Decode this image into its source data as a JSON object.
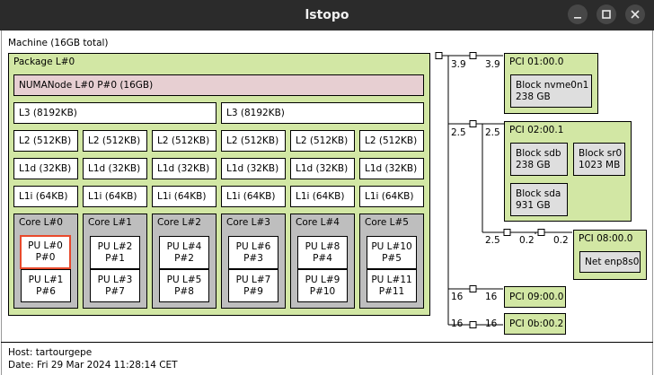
{
  "window": {
    "title": "lstopo",
    "controls": {
      "minimize": "—",
      "maximize": "☐",
      "close": "✕"
    }
  },
  "machine": {
    "label": "Machine (16GB total)"
  },
  "package": {
    "label": "Package L#0"
  },
  "numa": {
    "label": "NUMANode L#0 P#0 (16GB)"
  },
  "l3": [
    "L3 (8192KB)",
    "L3 (8192KB)"
  ],
  "l2": [
    "L2 (512KB)",
    "L2 (512KB)",
    "L2 (512KB)",
    "L2 (512KB)",
    "L2 (512KB)",
    "L2 (512KB)"
  ],
  "l1d": [
    "L1d (32KB)",
    "L1d (32KB)",
    "L1d (32KB)",
    "L1d (32KB)",
    "L1d (32KB)",
    "L1d (32KB)"
  ],
  "l1i": [
    "L1i (64KB)",
    "L1i (64KB)",
    "L1i (64KB)",
    "L1i (64KB)",
    "L1i (64KB)",
    "L1i (64KB)"
  ],
  "cores": [
    {
      "label": "Core L#0",
      "pu": [
        {
          "l1": "PU L#0",
          "l2": "P#0"
        },
        {
          "l1": "PU L#1",
          "l2": "P#6"
        }
      ]
    },
    {
      "label": "Core L#1",
      "pu": [
        {
          "l1": "PU L#2",
          "l2": "P#1"
        },
        {
          "l1": "PU L#3",
          "l2": "P#7"
        }
      ]
    },
    {
      "label": "Core L#2",
      "pu": [
        {
          "l1": "PU L#4",
          "l2": "P#2"
        },
        {
          "l1": "PU L#5",
          "l2": "P#8"
        }
      ]
    },
    {
      "label": "Core L#3",
      "pu": [
        {
          "l1": "PU L#6",
          "l2": "P#3"
        },
        {
          "l1": "PU L#7",
          "l2": "P#9"
        }
      ]
    },
    {
      "label": "Core L#4",
      "pu": [
        {
          "l1": "PU L#8",
          "l2": "P#4"
        },
        {
          "l1": "PU L#9",
          "l2": "P#10"
        }
      ]
    },
    {
      "label": "Core L#5",
      "pu": [
        {
          "l1": "PU L#10",
          "l2": "P#5"
        },
        {
          "l1": "PU L#11",
          "l2": "P#11"
        }
      ]
    }
  ],
  "pci": {
    "p1": {
      "label": "PCI 01:00.0",
      "dev": {
        "l1": "Block nvme0n1",
        "l2": "238 GB"
      },
      "speed_a": "3.9",
      "speed_b": "3.9"
    },
    "p2": {
      "label": "PCI 02:00.1",
      "devs": [
        {
          "l1": "Block sdb",
          "l2": "238 GB"
        },
        {
          "l1": "Block sr0",
          "l2": "1023 MB"
        },
        {
          "l1": "Block sda",
          "l2": "931 GB"
        }
      ],
      "speed_a": "2.5",
      "speed_b": "2.5"
    },
    "p3": {
      "label": "PCI 08:00.0",
      "dev": "Net enp8s0",
      "speed_a": "2.5",
      "speed_b": "0.2",
      "speed_c": "0.2"
    },
    "p4": {
      "label": "PCI 09:00.0",
      "speed_a": "16",
      "speed_b": "16"
    },
    "p5": {
      "label": "PCI 0b:00.2",
      "speed_a": "16",
      "speed_b": "16"
    }
  },
  "footer": {
    "host": "Host: tartourgepe",
    "date": "Date: Fri 29 Mar 2024 11:28:14 CET"
  }
}
